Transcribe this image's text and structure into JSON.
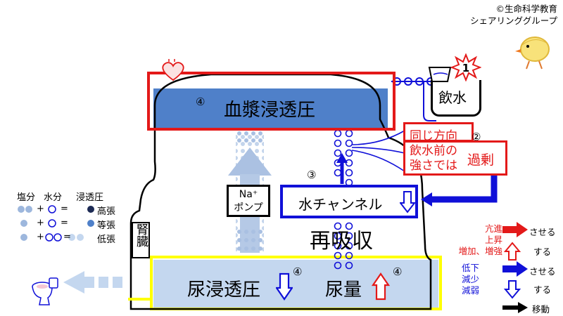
{
  "credit": {
    "line1": "©生命科学教育",
    "line2": "シェアリンググループ"
  },
  "labels": {
    "blood_osmotic": "血漿浸透圧",
    "urine_osmotic": "尿浸透圧",
    "urine_volume": "尿量",
    "reabsorption": "再吸収",
    "kidney": "腎臓",
    "drinking": "飲水",
    "water_channel": "水チャンネル",
    "na_pump_line1": "Na⁺",
    "na_pump_line2": "ポンプ",
    "same_direction": "同じ方向",
    "pre_drink_line1": "飲水前の",
    "pre_drink_line2": "強さでは",
    "excess": "過剰"
  },
  "markers": {
    "circ1": "1",
    "circ2": "②",
    "circ3": "③",
    "circ4_blood": "④",
    "circ4_urine_osm": "④",
    "circ4_urine_vol": "④"
  },
  "legend_left": {
    "headers": [
      "塩分",
      "水分",
      "浸透圧"
    ],
    "rows": [
      {
        "plus": "+",
        "eq": "=",
        "result": "高張"
      },
      {
        "plus": "+",
        "eq": "=",
        "result": "等張"
      },
      {
        "plus": "+",
        "eq": "=",
        "result": "低張"
      }
    ]
  },
  "legend_right": {
    "increase_words": "亢進\n上昇\n増加、増強",
    "inc_line1": "亢進",
    "inc_line2": "上昇",
    "inc_line3": "増加、増強",
    "inc_cause": "させる",
    "inc_do": "する",
    "dec_line1": "低下",
    "dec_line2": "減少",
    "dec_line3": "減弱",
    "dec_cause": "させる",
    "dec_do": "する",
    "move": "移動"
  },
  "colors": {
    "red": "#e31919",
    "blue": "#1010d8",
    "blood_band": "#4f80c9",
    "urine_band": "#c4d7ef",
    "yellow": "#ffff00"
  },
  "icons": [
    "heart-icon",
    "glass-icon",
    "explosion-icon",
    "toilet-icon",
    "chick-icon"
  ]
}
